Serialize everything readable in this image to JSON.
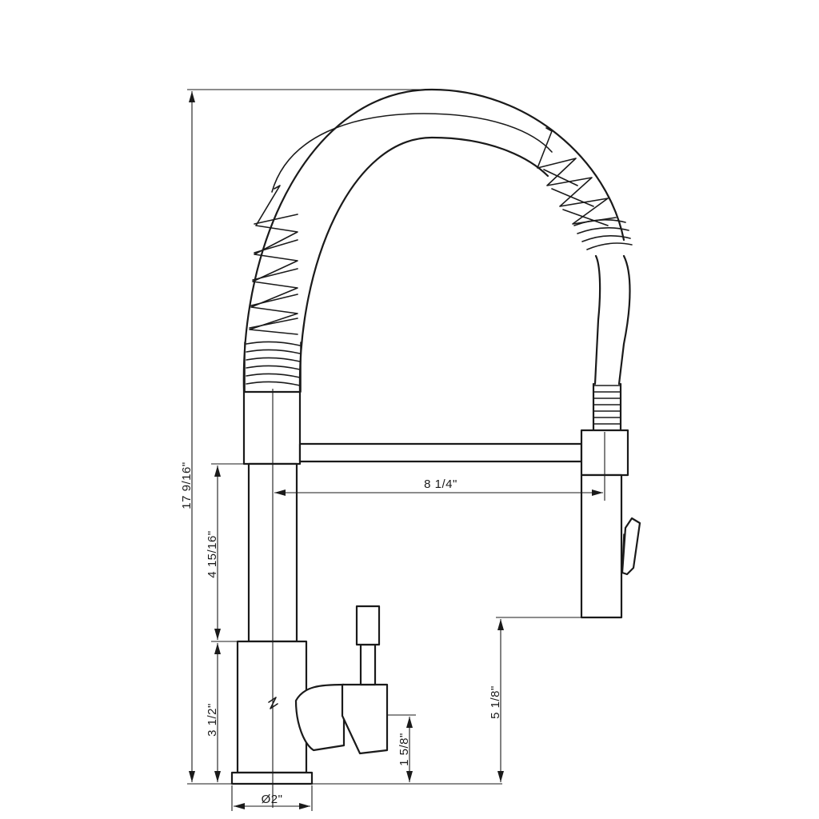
{
  "dimensions": {
    "overall_height": "17 9/16\"",
    "spout_reach": "8 1/4\"",
    "column_height": "4 15/16\"",
    "base_height": "3 1/2\"",
    "handle_height": "1 5/8\"",
    "spray_clearance": "5 1/8\"",
    "base_diameter": "Ø2\""
  }
}
